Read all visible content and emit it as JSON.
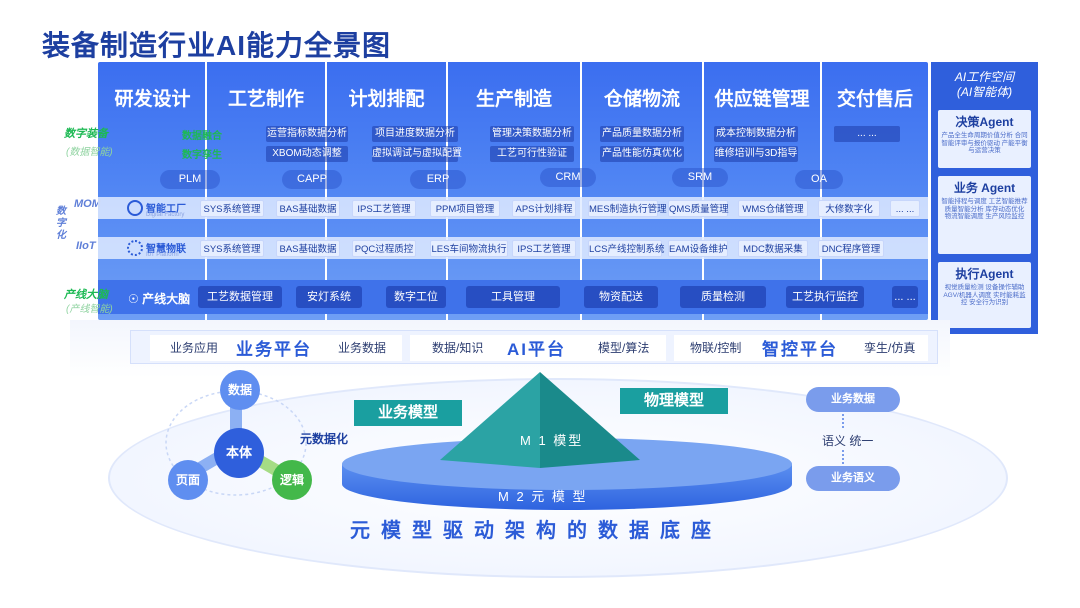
{
  "title": "装备制造行业AI能力全景图",
  "columns": [
    "研发设计",
    "工艺制作",
    "计划排配",
    "生产制造",
    "仓储物流",
    "供应链管理",
    "交付售后"
  ],
  "digital_twin": {
    "label": "数字装备",
    "sub": "(数据智能)",
    "items": [
      "数据融合",
      "数字孪生"
    ]
  },
  "capability_tags": [
    [
      "运营指标数据分析",
      "XBOM动态调整"
    ],
    [
      "项目进度数据分析",
      "虚拟调试与虚拟配置"
    ],
    [
      "管理决策数据分析",
      "工艺可行性验证"
    ],
    [
      "产品质量数据分析",
      "产品性能仿真优化"
    ],
    [
      "成本控制数据分析",
      "维修培训与3D指导"
    ],
    [
      "... ..."
    ]
  ],
  "mid_systems": [
    "PLM",
    "CAPP",
    "ERP",
    "CRM",
    "SRM",
    "OA"
  ],
  "side_labels": {
    "digital": "数字化",
    "mom": "MOM",
    "iiot": "IIoT"
  },
  "brands": {
    "factory": "智能工厂",
    "factory_sub": "Digital Factory",
    "iot": "智慧物联",
    "iot_sub": "IoT Platform"
  },
  "mom_row": [
    "SYS系统管理",
    "BAS基础数据",
    "IPS工艺管理",
    "PPM项目管理",
    "APS计划排程",
    "MES制造执行管理",
    "QMS质量管理",
    "WMS仓储管理",
    "大修数字化",
    "... ..."
  ],
  "iiot_row": [
    "SYS系统管理",
    "BAS基础数据",
    "PQC过程质控",
    "LES车间物流执行",
    "IPS工艺管理",
    "LCS产线控制系统",
    "EAM设备维护",
    "MDC数据采集",
    "DNC程序管理"
  ],
  "line_brain": {
    "label": "产线大脑",
    "sub": "(产线智能)",
    "brand": "产线大脑",
    "items": [
      "工艺数据管理",
      "安灯系统",
      "数字工位",
      "工具管理",
      "物资配送",
      "质量检测",
      "工艺执行监控",
      "... ..."
    ]
  },
  "ai_space": {
    "title": "AI工作空间",
    "sub": "(AI智能体)",
    "agents": [
      {
        "title": "决策Agent",
        "text": "产品全生命周期价值分析 合同智能评审与报价驱动 产能平衡与运营决策"
      },
      {
        "title": "业务 Agent",
        "text": "智能排程与调度 工艺智能推荐 质量智能分析 库存动态优化 物流智能调度 生产风险监控"
      },
      {
        "title": "执行Agent",
        "text": "视觉质量检测 设备操作辅助 AGV/机器人调度 实时能耗监控 安全行为识别"
      }
    ]
  },
  "platforms": {
    "biz_app": "业务应用",
    "biz_platform": "业务平台",
    "biz_data": "业务数据",
    "data_knowledge": "数据/知识",
    "ai_platform": "AI平台",
    "model_algo": "模型/算法",
    "iot_control": "物联/控制",
    "control_platform": "智控平台",
    "twin_sim": "孪生/仿真"
  },
  "meta": {
    "data": "数据",
    "ontology": "本体",
    "page": "页面",
    "logic": "逻辑",
    "meta_dataize": "元数据化",
    "biz_model": "业务模型",
    "phys_model": "物理模型",
    "m1": "M 1 模型",
    "m2": "M 2 元 模 型",
    "biz_data": "业务数据",
    "semantic_unify": "语义 统一",
    "biz_semantic": "业务语义"
  },
  "footer": "元模型驱动架构的数据底座"
}
